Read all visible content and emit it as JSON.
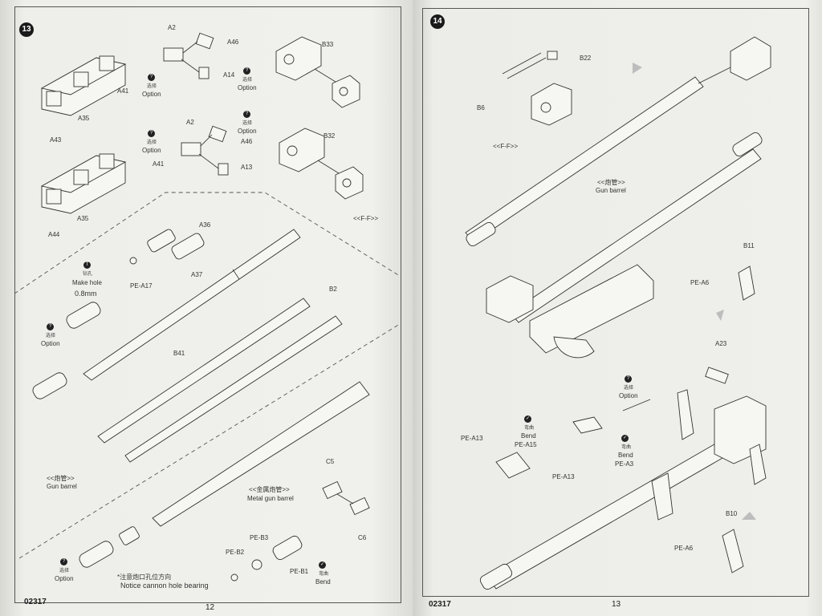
{
  "left_page": {
    "step": "13",
    "catalog": "02317",
    "page_number": "12",
    "labels": {
      "a2_top": "A2",
      "a46_top": "A46",
      "a14": "A14",
      "b33": "B33",
      "a41_top": "A41",
      "a35_top": "A35",
      "a43": "A43",
      "a2_mid": "A2",
      "a46_mid": "A46",
      "a13": "A13",
      "b32": "B32",
      "a41_mid": "A41",
      "a35_mid": "A35",
      "a44": "A44",
      "ff": "<<F-F>>",
      "a36": "A36",
      "a37": "A37",
      "pe_a17": "PE-A17",
      "b2": "B2",
      "b41": "B41",
      "c5": "C5",
      "c6": "C6",
      "pe_b3": "PE-B3",
      "pe_b2": "PE-B2",
      "pe_b1": "PE-B1",
      "drill_size": "0.8mm"
    },
    "option_cn": "选择",
    "option_en": "Option",
    "drill_cn": "钻孔",
    "drill_en": "Make hole",
    "bend_cn": "弯曲",
    "bend_en": "Bend",
    "gun_barrel_cn": "<<炮管>>",
    "gun_barrel_en": "Gun barrel",
    "metal_barrel_cn": "<<金属炮管>>",
    "metal_barrel_en": "Metal gun barrel",
    "notice_cn": "*注意炮口孔位方向",
    "notice_en": "Notice cannon hole bearing"
  },
  "right_page": {
    "step": "14",
    "catalog": "02317",
    "page_number": "13",
    "labels": {
      "b22": "B22",
      "b6": "B6",
      "ff": "<<F-F>>",
      "b11": "B11",
      "pe_a6_top": "PE-A6",
      "a23": "A23",
      "pe_a13_left": "PE-A13",
      "pe_a15": "PE-A15",
      "pe_a13_right": "PE-A13",
      "pe_a3": "PE-A3",
      "b10": "B10",
      "pe_a6_bottom": "PE-A6"
    },
    "gun_barrel_cn": "<<炮管>>",
    "gun_barrel_en": "Gun barrel",
    "option_cn": "选择",
    "option_en": "Option",
    "bend_cn": "弯曲",
    "bend_en": "Bend"
  },
  "icons": {
    "option": "question-icon",
    "drill": "drill-icon",
    "bend": "check-icon"
  }
}
